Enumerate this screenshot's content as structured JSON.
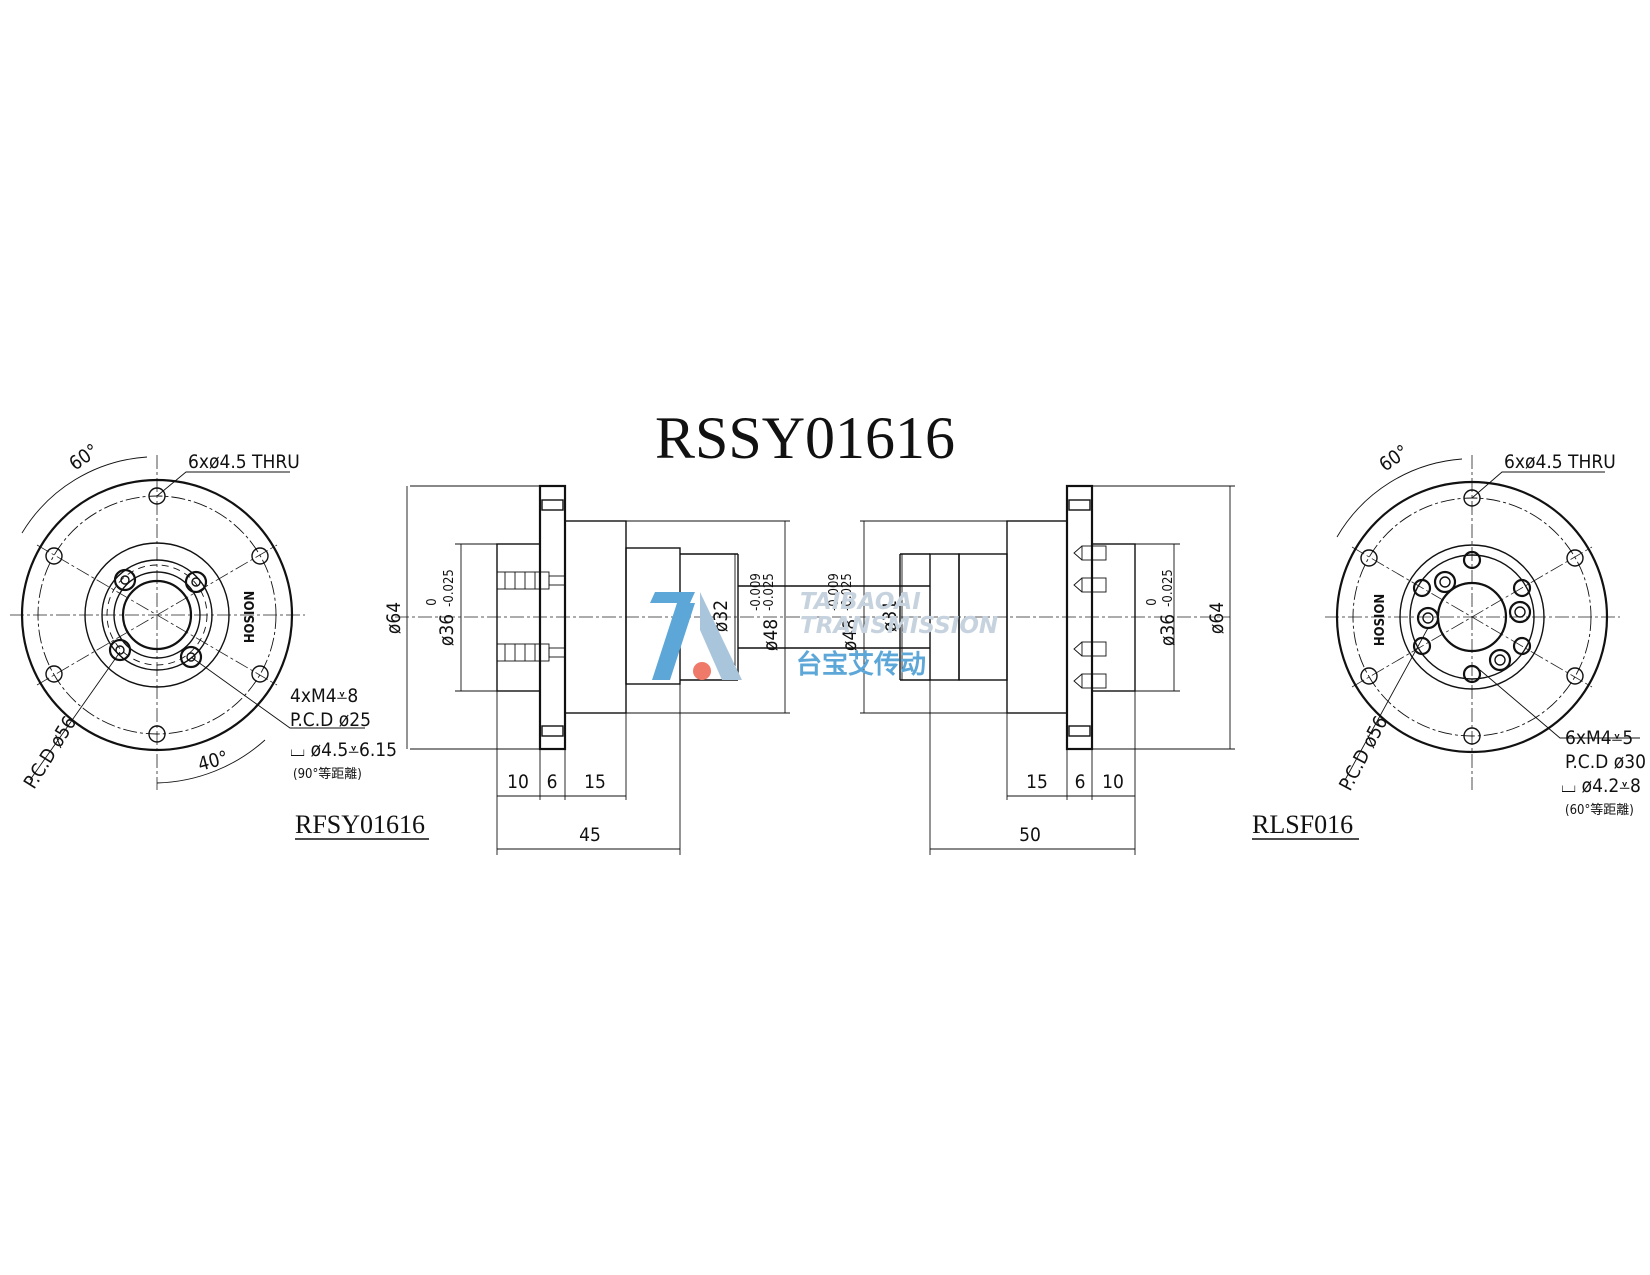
{
  "title": "RSSY01616",
  "left_view": {
    "model": "RFSY01616",
    "angle_top": "60°",
    "angle_bottom": "40°",
    "thru_holes": "6xø4.5 THRU",
    "pcd_outer": "P.C.D ø56",
    "tap": "4xM4⩡8",
    "pcd_inner": "P.C.D ø25",
    "cbore": "⌴ ø4.5⩡6.15",
    "spacing": "(90°等距離)",
    "logo_text": "HOSION"
  },
  "right_view": {
    "model": "RLSF016",
    "angle_top": "60°",
    "thru_holes": "6xø4.5 THRU",
    "pcd_outer": "P.C.D ø56",
    "tap": "6xM4⩡5",
    "pcd_inner": "P.C.D ø30",
    "cbore": "⌴ ø4.2⩡8",
    "spacing": "(60°等距離)",
    "logo_text": "HOSION"
  },
  "side_view": {
    "dia_64_left": "ø64",
    "dia_36_left": "ø36",
    "dia_32": "ø32",
    "dia_48_left": "ø48",
    "dia_48_right": "ø48",
    "dia_31": "ø31",
    "dia_36_right": "ø36",
    "dia_64_right": "ø64",
    "tol_36_upper": "0",
    "tol_36_lower": "-0.025",
    "tol_48_upper": "-0.009",
    "tol_48_lower": "-0.025",
    "len_left_10": "10",
    "len_left_6": "6",
    "len_left_15": "15",
    "len_left_total": "45",
    "len_right_15": "15",
    "len_right_6": "6",
    "len_right_10": "10",
    "len_right_total": "50"
  },
  "watermark": {
    "en_line1": "TAIBAOAI",
    "en_line2": "TRANSMISSION",
    "cn": "台宝艾传动",
    "color_blue": "#5ca7d8",
    "color_red": "#f07a6a"
  }
}
